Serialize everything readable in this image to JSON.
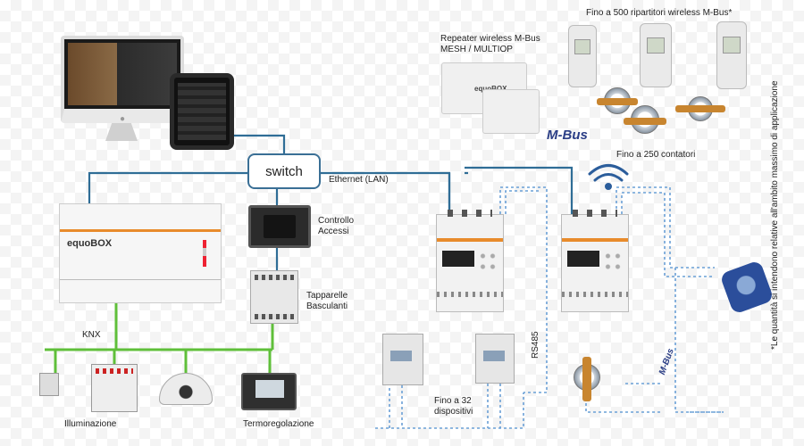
{
  "labels": {
    "switch": "switch",
    "ethernet": "Ethernet  (LAN)",
    "controllo_accessi": "Controllo\nAccessi",
    "tapparelle": "Tapparelle\nBasculanti",
    "knx": "KNX",
    "illuminazione": "Illuminazione",
    "termoregolazione": "Termoregolazione",
    "repeater": "Repeater wireless M-Bus\nMESH / MULTIOP",
    "ripartitori": "Fino a 500 ripartitori wireless M-Bus*",
    "contatori": "Fino a 250 contatori",
    "fino32": "Fino a 32\ndispositivi",
    "rs485": "RS485",
    "mbus_logo": "M-Bus",
    "mbus_wire": "M-Bus",
    "equobox_logo": "equoBOX",
    "note": "*Le quantità si intendono relative all'ambito massimo di applicazione"
  },
  "colors": {
    "ethernet": "#2f6d96",
    "knx": "#5fbf3a",
    "serial": "#6aa0d6",
    "accent": "#e88b2b",
    "mbus": "#2b3e86"
  },
  "icons": [
    "imac-icon",
    "ipad-icon",
    "wifi-icon",
    "apple-logo-icon"
  ]
}
